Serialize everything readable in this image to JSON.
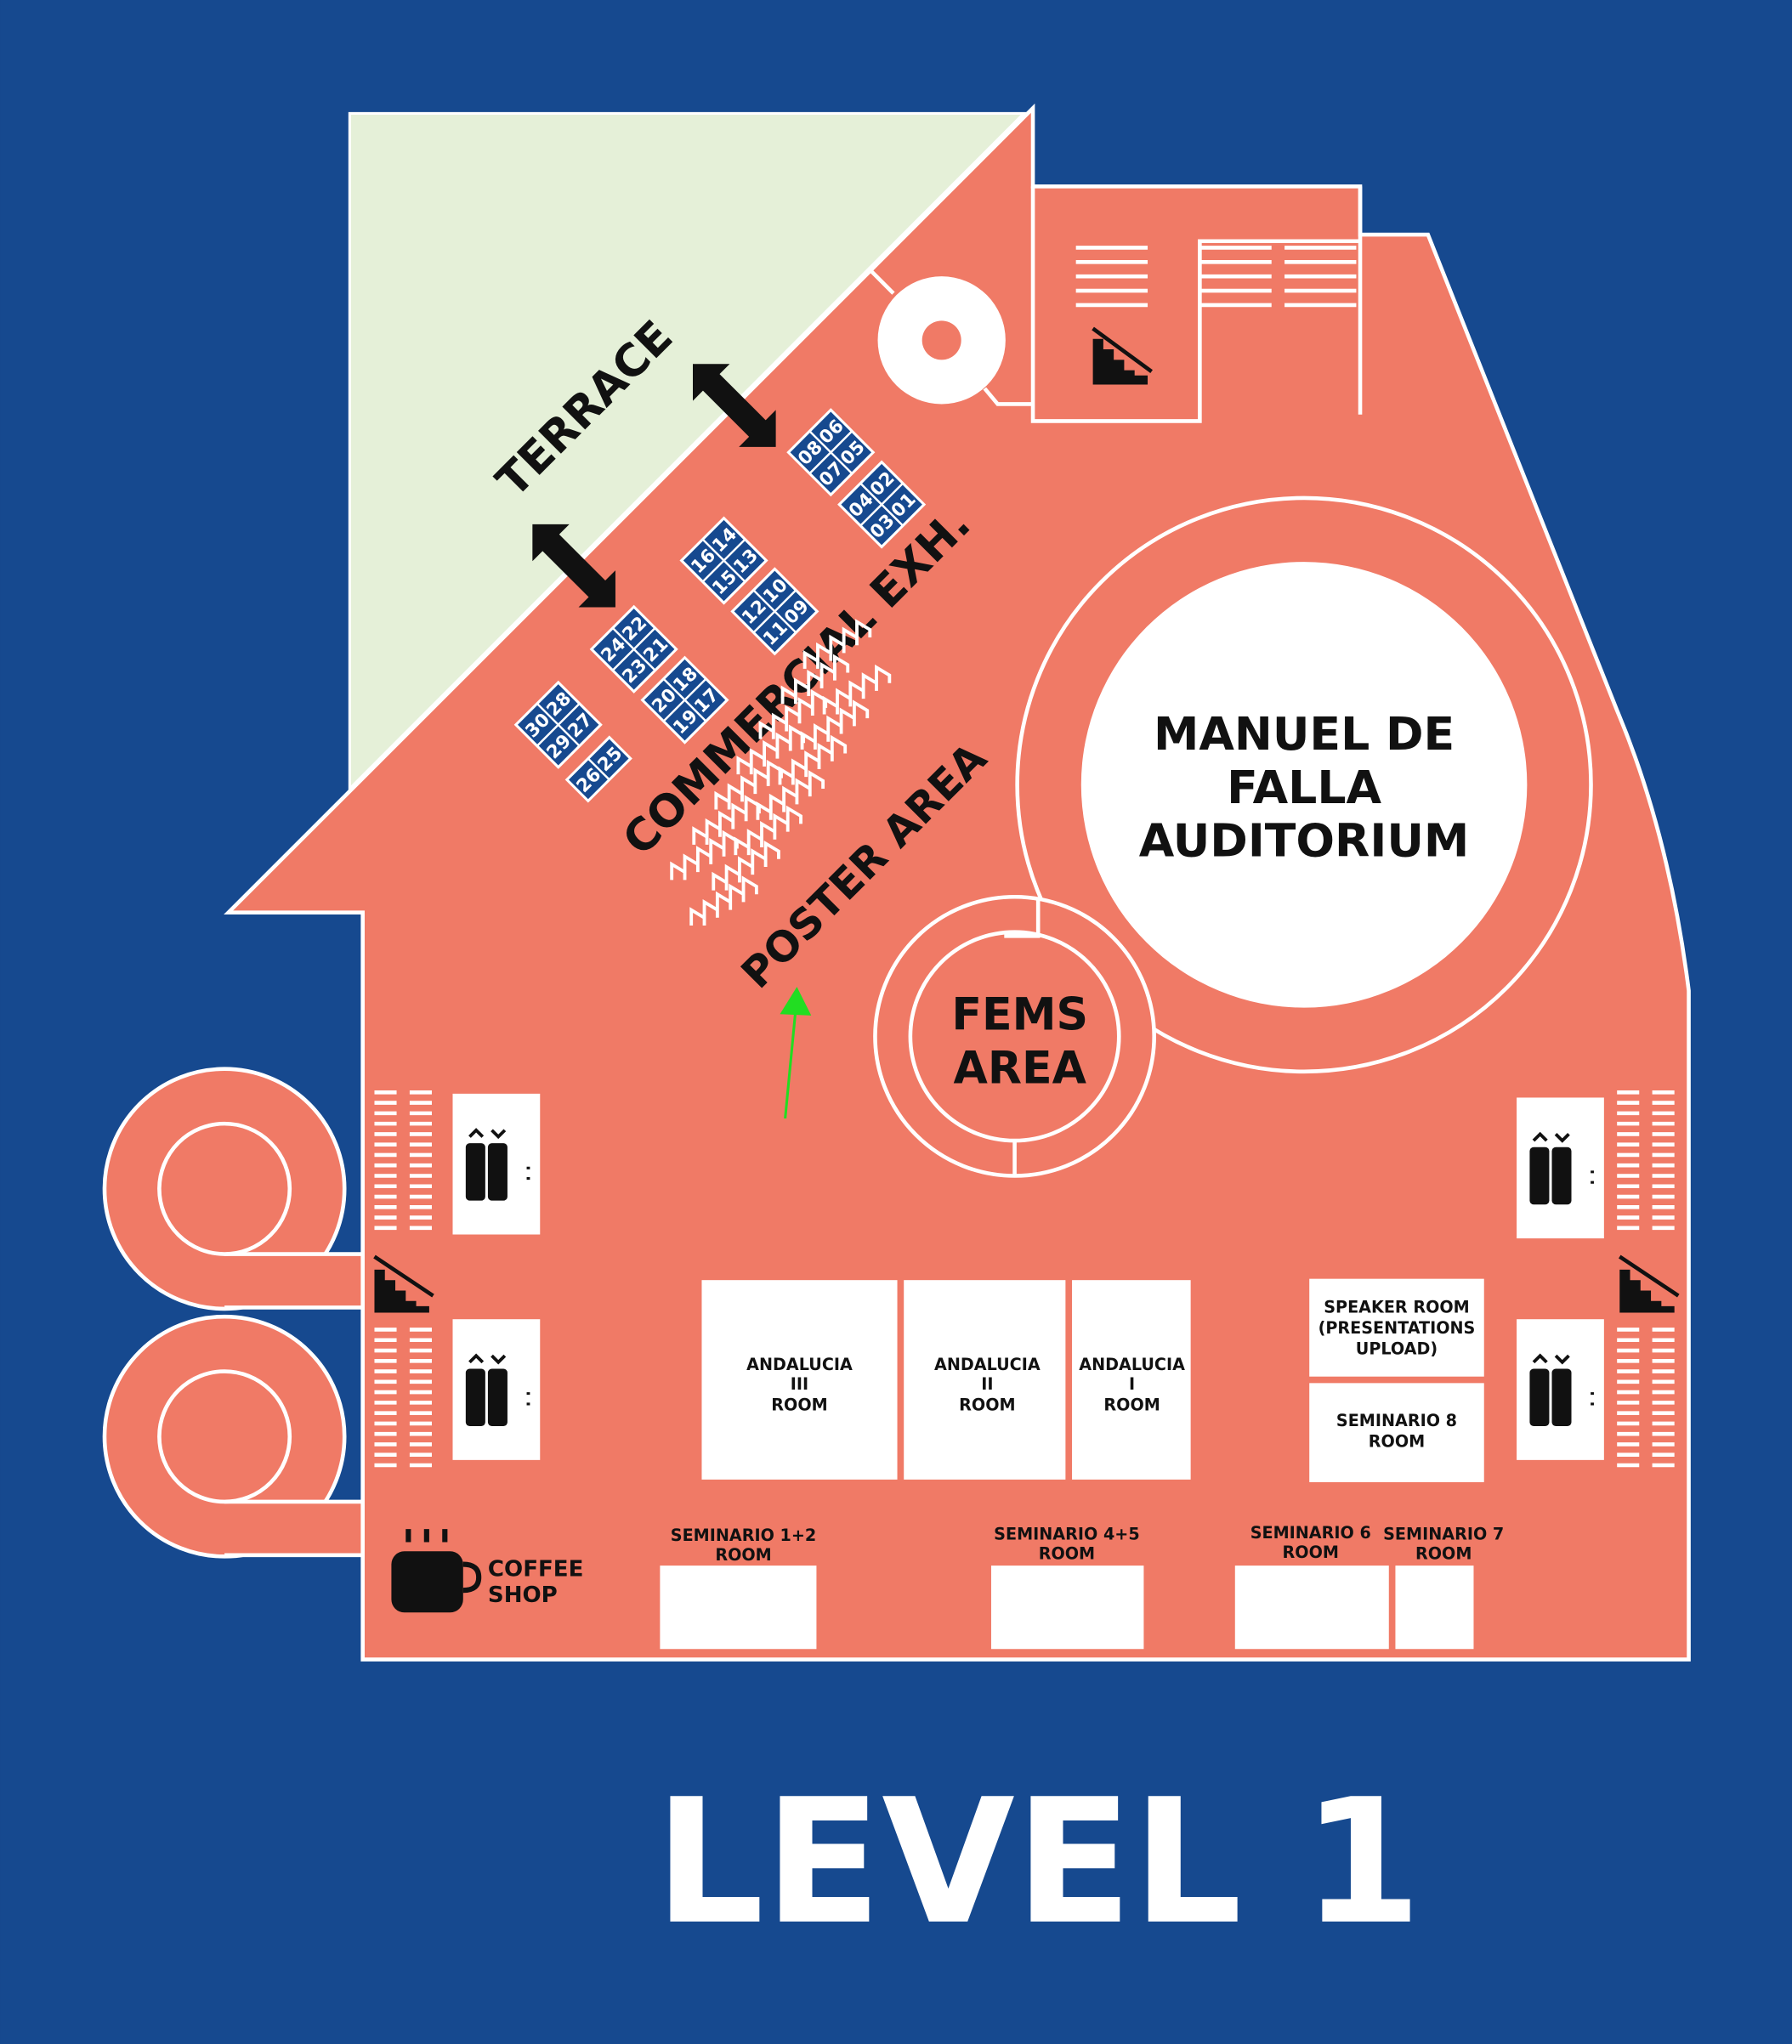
{
  "title": "LEVEL 1",
  "colors": {
    "background": "#16498f",
    "floor": "#f07a66",
    "terrace": "#e5f0d8",
    "booth": "#16498f",
    "wall": "#ffffff",
    "arrow": "#22dd22"
  },
  "areas": {
    "terrace": "TERRACE",
    "commercial": "COMMERCIAL EXH.",
    "poster": "POSTER AREA",
    "auditorium": [
      "MANUEL DE",
      "FALLA",
      "AUDITORIUM"
    ],
    "fems": [
      "FEMS",
      "AREA"
    ],
    "coffee": [
      "COFFEE",
      "SHOP"
    ]
  },
  "booths": [
    [
      "08",
      "06",
      "07",
      "05"
    ],
    [
      "04",
      "02",
      "03",
      "01"
    ],
    [
      "16",
      "14",
      "15",
      "13"
    ],
    [
      "12",
      "10",
      "11",
      "09"
    ],
    [
      "24",
      "22",
      "23",
      "21"
    ],
    [
      "20",
      "18",
      "19",
      "17"
    ],
    [
      "30",
      "28",
      "29",
      "27"
    ],
    [
      "26",
      "25"
    ]
  ],
  "rooms": {
    "andalucia3": [
      "ANDALUCIA",
      "III",
      "ROOM"
    ],
    "andalucia2": [
      "ANDALUCIA",
      "II",
      "ROOM"
    ],
    "andalucia1": [
      "ANDALUCIA",
      "I",
      "ROOM"
    ],
    "speaker": [
      "SPEAKER ROOM",
      "(PRESENTATIONS",
      "UPLOAD)"
    ],
    "seminario8": [
      "SEMINARIO 8",
      "ROOM"
    ],
    "seminario12": [
      "SEMINARIO 1+2",
      "ROOM"
    ],
    "seminario45": [
      "SEMINARIO 4+5",
      "ROOM"
    ],
    "seminario6": [
      "SEMINARIO 6",
      "ROOM"
    ],
    "seminario7": [
      "SEMINARIO 7",
      "ROOM"
    ]
  },
  "icons": [
    "elevator-icon",
    "stairs-icon",
    "coffee-icon",
    "double-arrow-icon",
    "direction-arrow-icon"
  ]
}
